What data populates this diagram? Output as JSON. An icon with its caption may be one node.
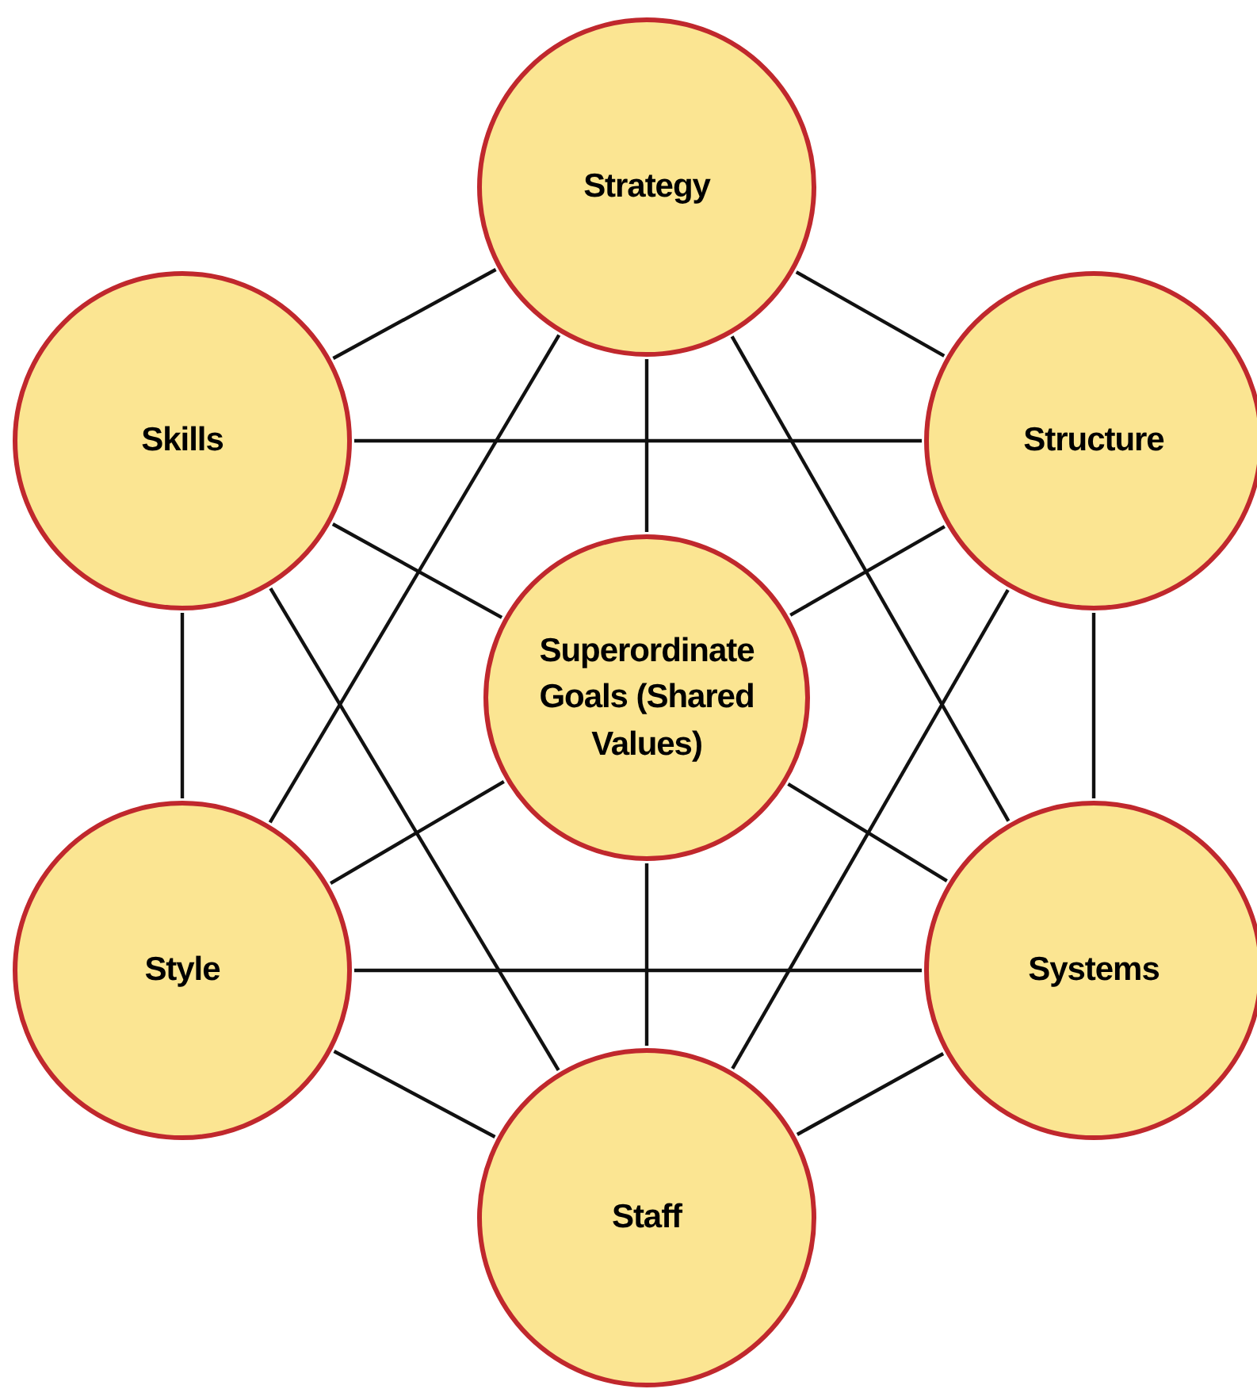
{
  "diagram": {
    "nodes": [
      {
        "text": [
          "Strategy"
        ]
      },
      {
        "text": [
          "Skills"
        ]
      },
      {
        "text": [
          "Structure"
        ]
      },
      {
        "text": [
          "Superordinate Goals (Shared Values)"
        ]
      },
      {
        "text": [
          "Style"
        ]
      },
      {
        "text": [
          "Systems"
        ]
      },
      {
        "text": [
          "Staff"
        ]
      }
    ],
    "edges": [
      {
        "from": 0,
        "to": 2,
        "arrow": "none"
      },
      {
        "from": 0,
        "to": 1,
        "arrow": "none"
      },
      {
        "from": 0,
        "to": 4,
        "arrow": "none"
      },
      {
        "from": 0,
        "to": 5,
        "arrow": "none"
      },
      {
        "from": 0,
        "to": 3,
        "arrow": "none"
      },
      {
        "from": 1,
        "to": 2,
        "arrow": "none"
      },
      {
        "from": 1,
        "to": 4,
        "arrow": "none"
      },
      {
        "from": 1,
        "to": 6,
        "arrow": "none"
      },
      {
        "from": 1,
        "to": 3,
        "arrow": "none"
      },
      {
        "from": 2,
        "to": 5,
        "arrow": "none"
      },
      {
        "from": 2,
        "to": 6,
        "arrow": "none"
      },
      {
        "from": 2,
        "to": 3,
        "arrow": "none"
      },
      {
        "from": 4,
        "to": 5,
        "arrow": "none"
      },
      {
        "from": 4,
        "to": 6,
        "arrow": "none"
      },
      {
        "from": 4,
        "to": 3,
        "arrow": "none"
      },
      {
        "from": 5,
        "to": 6,
        "arrow": "none"
      },
      {
        "from": 5,
        "to": 3,
        "arrow": "none"
      },
      {
        "from": 6,
        "to": 3,
        "arrow": "none"
      }
    ]
  }
}
